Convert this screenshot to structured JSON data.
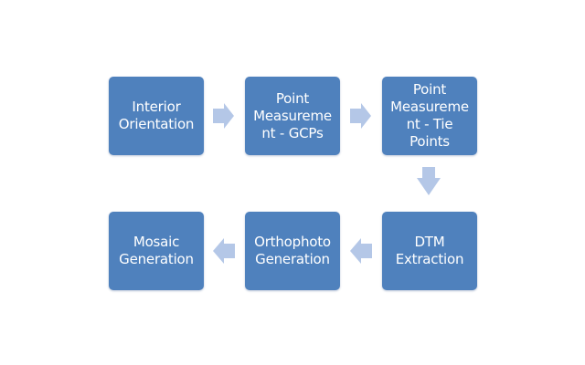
{
  "diagram": {
    "colors": {
      "box": "#4f81bd",
      "box_text": "#ffffff",
      "arrow": "#b4c7e7",
      "background": "#ffffff"
    },
    "steps": [
      {
        "label": "Interior\nOrientation"
      },
      {
        "label": "Point\nMeasureme\nnt - GCPs"
      },
      {
        "label": "Point\nMeasureme\nnt - Tie\nPoints"
      },
      {
        "label": "DTM\nExtraction"
      },
      {
        "label": "Orthophoto\nGeneration"
      },
      {
        "label": "Mosaic\nGeneration"
      }
    ],
    "connectors": [
      {
        "from": 1,
        "to": 2,
        "direction": "right"
      },
      {
        "from": 2,
        "to": 3,
        "direction": "right"
      },
      {
        "from": 3,
        "to": 4,
        "direction": "down"
      },
      {
        "from": 4,
        "to": 5,
        "direction": "left"
      },
      {
        "from": 5,
        "to": 6,
        "direction": "left"
      }
    ]
  }
}
